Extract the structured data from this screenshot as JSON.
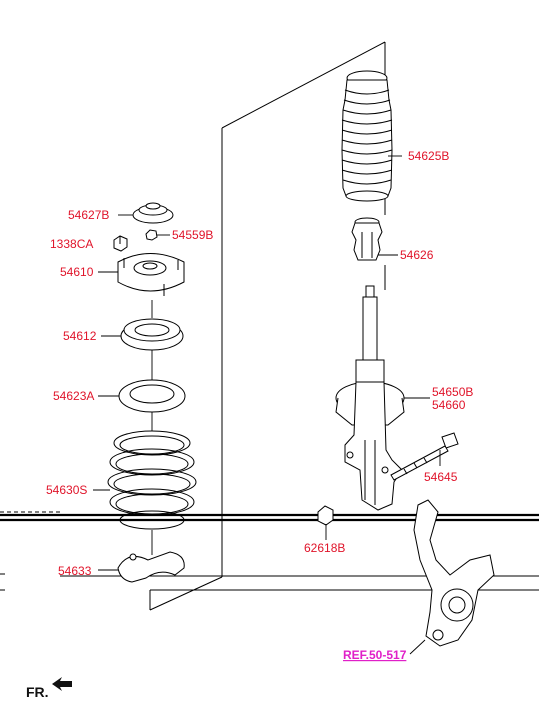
{
  "labels": {
    "p54625B": "54625B",
    "p54626": "54626",
    "p54627B": "54627B",
    "p54559B": "54559B",
    "p1338CA": "1338CA",
    "p54610": "54610",
    "p54612": "54612",
    "p54623A": "54623A",
    "p54650B": "54650B",
    "p54660": "54660",
    "p54645": "54645",
    "p54630S": "54630S",
    "p62618B": "62618B",
    "p54633": "54633",
    "ref": "REF.50-517"
  },
  "direction": {
    "text": "FR."
  },
  "colors": {
    "label": "#e0142a",
    "ref": "#e020c8",
    "line": "#000000"
  }
}
